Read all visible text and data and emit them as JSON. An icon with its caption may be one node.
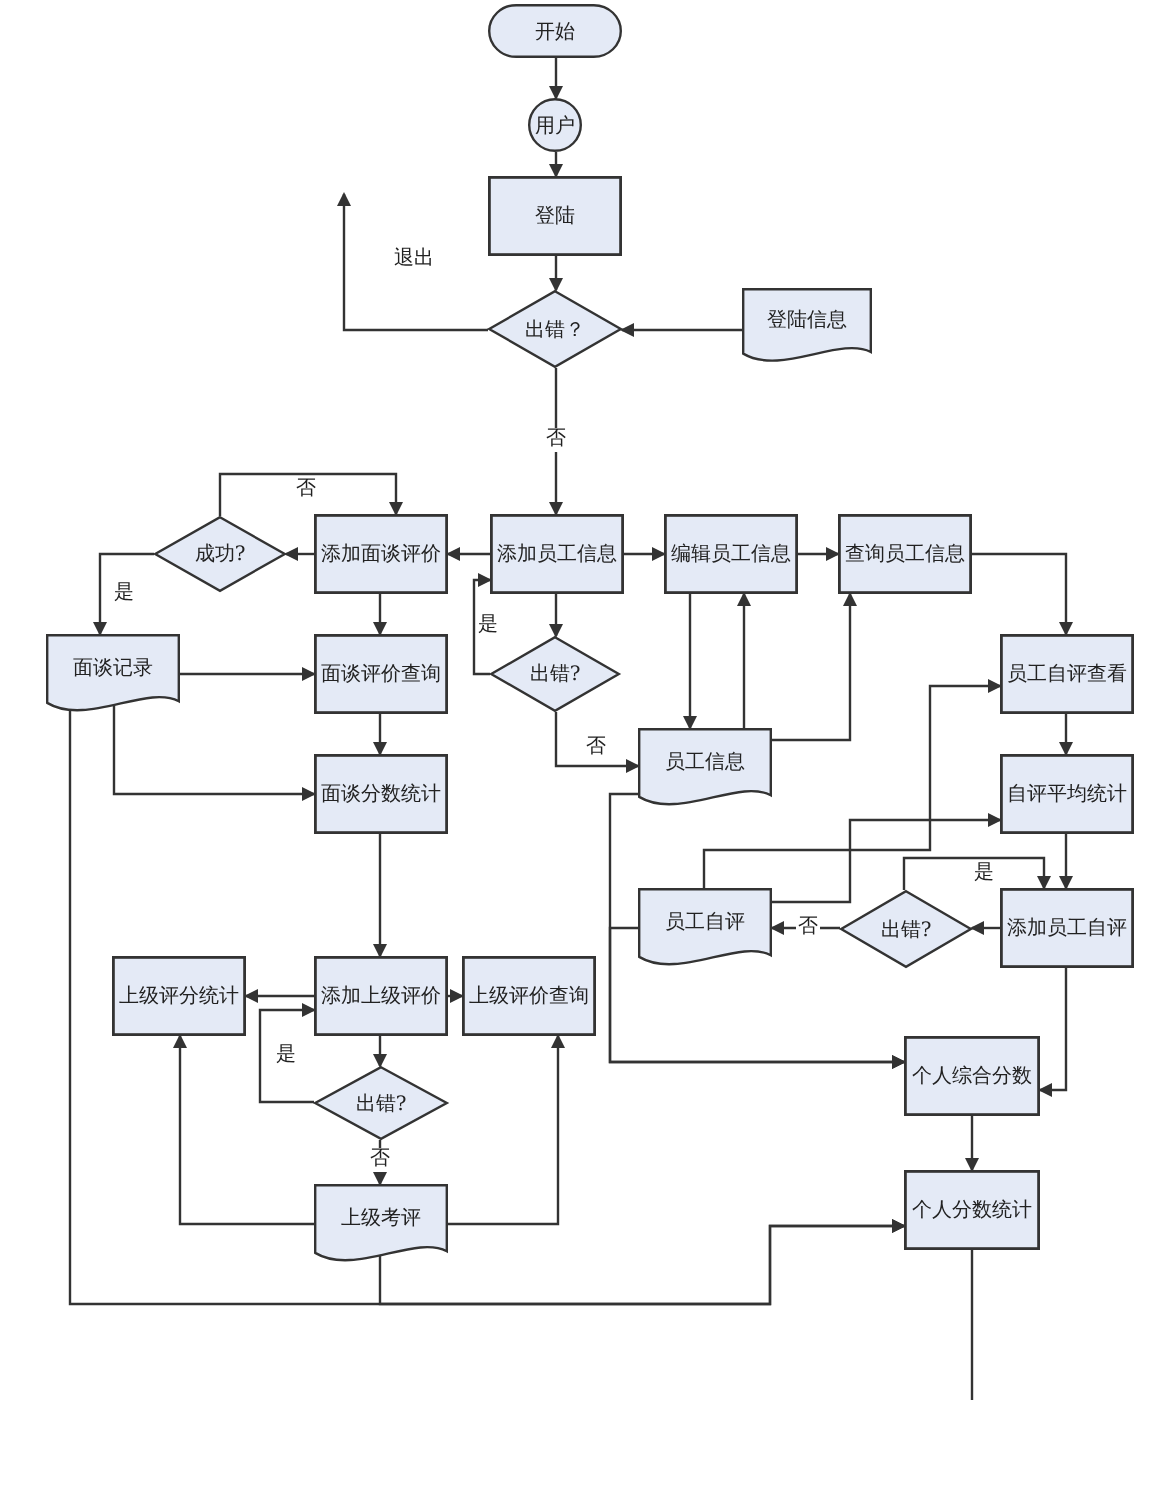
{
  "diagram": {
    "nodes": [
      {
        "text": [
          "开始"
        ]
      },
      {
        "text": [
          "用户"
        ]
      },
      {
        "text": [
          "登陆"
        ]
      },
      {
        "text": [
          "出错？"
        ]
      },
      {
        "text": [
          "登陆信息"
        ]
      },
      {
        "text": [
          "添加员工信息"
        ]
      },
      {
        "text": [
          "添加面谈评价"
        ]
      },
      {
        "text": [
          "成功?"
        ]
      },
      {
        "text": [
          "面谈记录"
        ]
      },
      {
        "text": [
          "面谈评价查询"
        ]
      },
      {
        "text": [
          "出错?"
        ]
      },
      {
        "text": [
          "编辑员工信息"
        ]
      },
      {
        "text": [
          "查询员工信息"
        ]
      },
      {
        "text": [
          "员工信息"
        ]
      },
      {
        "text": [
          "面谈分数统计"
        ]
      },
      {
        "text": [
          "员工自评查看"
        ]
      },
      {
        "text": [
          "自评平均统计"
        ]
      },
      {
        "text": [
          "员工自评"
        ]
      },
      {
        "text": [
          "出错?"
        ]
      },
      {
        "text": [
          "添加员工自评"
        ]
      },
      {
        "text": [
          "上级评分统计"
        ]
      },
      {
        "text": [
          "添加上级评价"
        ]
      },
      {
        "text": [
          "上级评价查询"
        ]
      },
      {
        "text": [
          "出错?"
        ]
      },
      {
        "text": [
          "上级考评"
        ]
      },
      {
        "text": [
          "个人综合分数"
        ]
      },
      {
        "text": [
          "个人分数统计"
        ]
      }
    ],
    "edges": [
      {
        "from": 0,
        "to": 1,
        "arrow": "to"
      },
      {
        "from": 1,
        "to": 2,
        "arrow": "to"
      },
      {
        "from": 2,
        "to": 3,
        "arrow": "to"
      },
      {
        "from": 4,
        "to": 3,
        "arrow": "to"
      },
      {
        "from": 3,
        "to": null,
        "arrow": "to",
        "label": "退出"
      },
      {
        "from": 3,
        "to": 5,
        "arrow": "to",
        "label": "否"
      },
      {
        "from": 5,
        "to": 6,
        "arrow": "to"
      },
      {
        "from": 6,
        "to": 7,
        "arrow": "to"
      },
      {
        "from": 7,
        "to": 6,
        "arrow": "to",
        "label": "否"
      },
      {
        "from": 7,
        "to": 8,
        "arrow": "to",
        "label": "是"
      },
      {
        "from": 6,
        "to": 9,
        "arrow": "to"
      },
      {
        "from": 8,
        "to": 9,
        "arrow": "to"
      },
      {
        "from": 9,
        "to": 14,
        "arrow": "to"
      },
      {
        "from": 8,
        "to": 14,
        "arrow": "to"
      },
      {
        "from": 5,
        "to": 10,
        "arrow": "to"
      },
      {
        "from": 10,
        "to": 5,
        "arrow": "to",
        "label": "是"
      },
      {
        "from": 10,
        "to": 13,
        "arrow": "to",
        "label": "否"
      },
      {
        "from": 5,
        "to": 11,
        "arrow": "to"
      },
      {
        "from": 11,
        "to": 12,
        "arrow": "to"
      },
      {
        "from": 11,
        "to": 13,
        "arrow": "to"
      },
      {
        "from": 13,
        "to": 11,
        "arrow": "to"
      },
      {
        "from": 13,
        "to": 12,
        "arrow": "to"
      },
      {
        "from": 12,
        "to": 15,
        "arrow": "to"
      },
      {
        "from": 15,
        "to": 16,
        "arrow": "to"
      },
      {
        "from": 16,
        "to": 19,
        "arrow": "to"
      },
      {
        "from": 19,
        "to": 18,
        "arrow": "to"
      },
      {
        "from": 18,
        "to": 19,
        "arrow": "to",
        "label": "是"
      },
      {
        "from": 18,
        "to": 17,
        "arrow": "to",
        "label": "否"
      },
      {
        "from": 17,
        "to": 15,
        "arrow": "to"
      },
      {
        "from": 17,
        "to": 16,
        "arrow": "to"
      },
      {
        "from": 13,
        "to": 25,
        "arrow": "to"
      },
      {
        "from": 17,
        "to": 25,
        "arrow": "to"
      },
      {
        "from": 19,
        "to": 25,
        "arrow": "to"
      },
      {
        "from": 25,
        "to": 26,
        "arrow": "to"
      },
      {
        "from": 8,
        "to": 26,
        "arrow": "to"
      },
      {
        "from": 24,
        "to": 26,
        "arrow": "to"
      },
      {
        "from": 26,
        "to": null,
        "arrow": "none"
      },
      {
        "from": 14,
        "to": 21,
        "arrow": "to"
      },
      {
        "from": 21,
        "to": 20,
        "arrow": "to"
      },
      {
        "from": 21,
        "to": 22,
        "arrow": "to"
      },
      {
        "from": 21,
        "to": 23,
        "arrow": "to"
      },
      {
        "from": 23,
        "to": 21,
        "arrow": "to",
        "label": "是"
      },
      {
        "from": 23,
        "to": 24,
        "arrow": "to",
        "label": "否"
      },
      {
        "from": 24,
        "to": 20,
        "arrow": "to"
      },
      {
        "from": 24,
        "to": 22,
        "arrow": "to"
      }
    ]
  }
}
